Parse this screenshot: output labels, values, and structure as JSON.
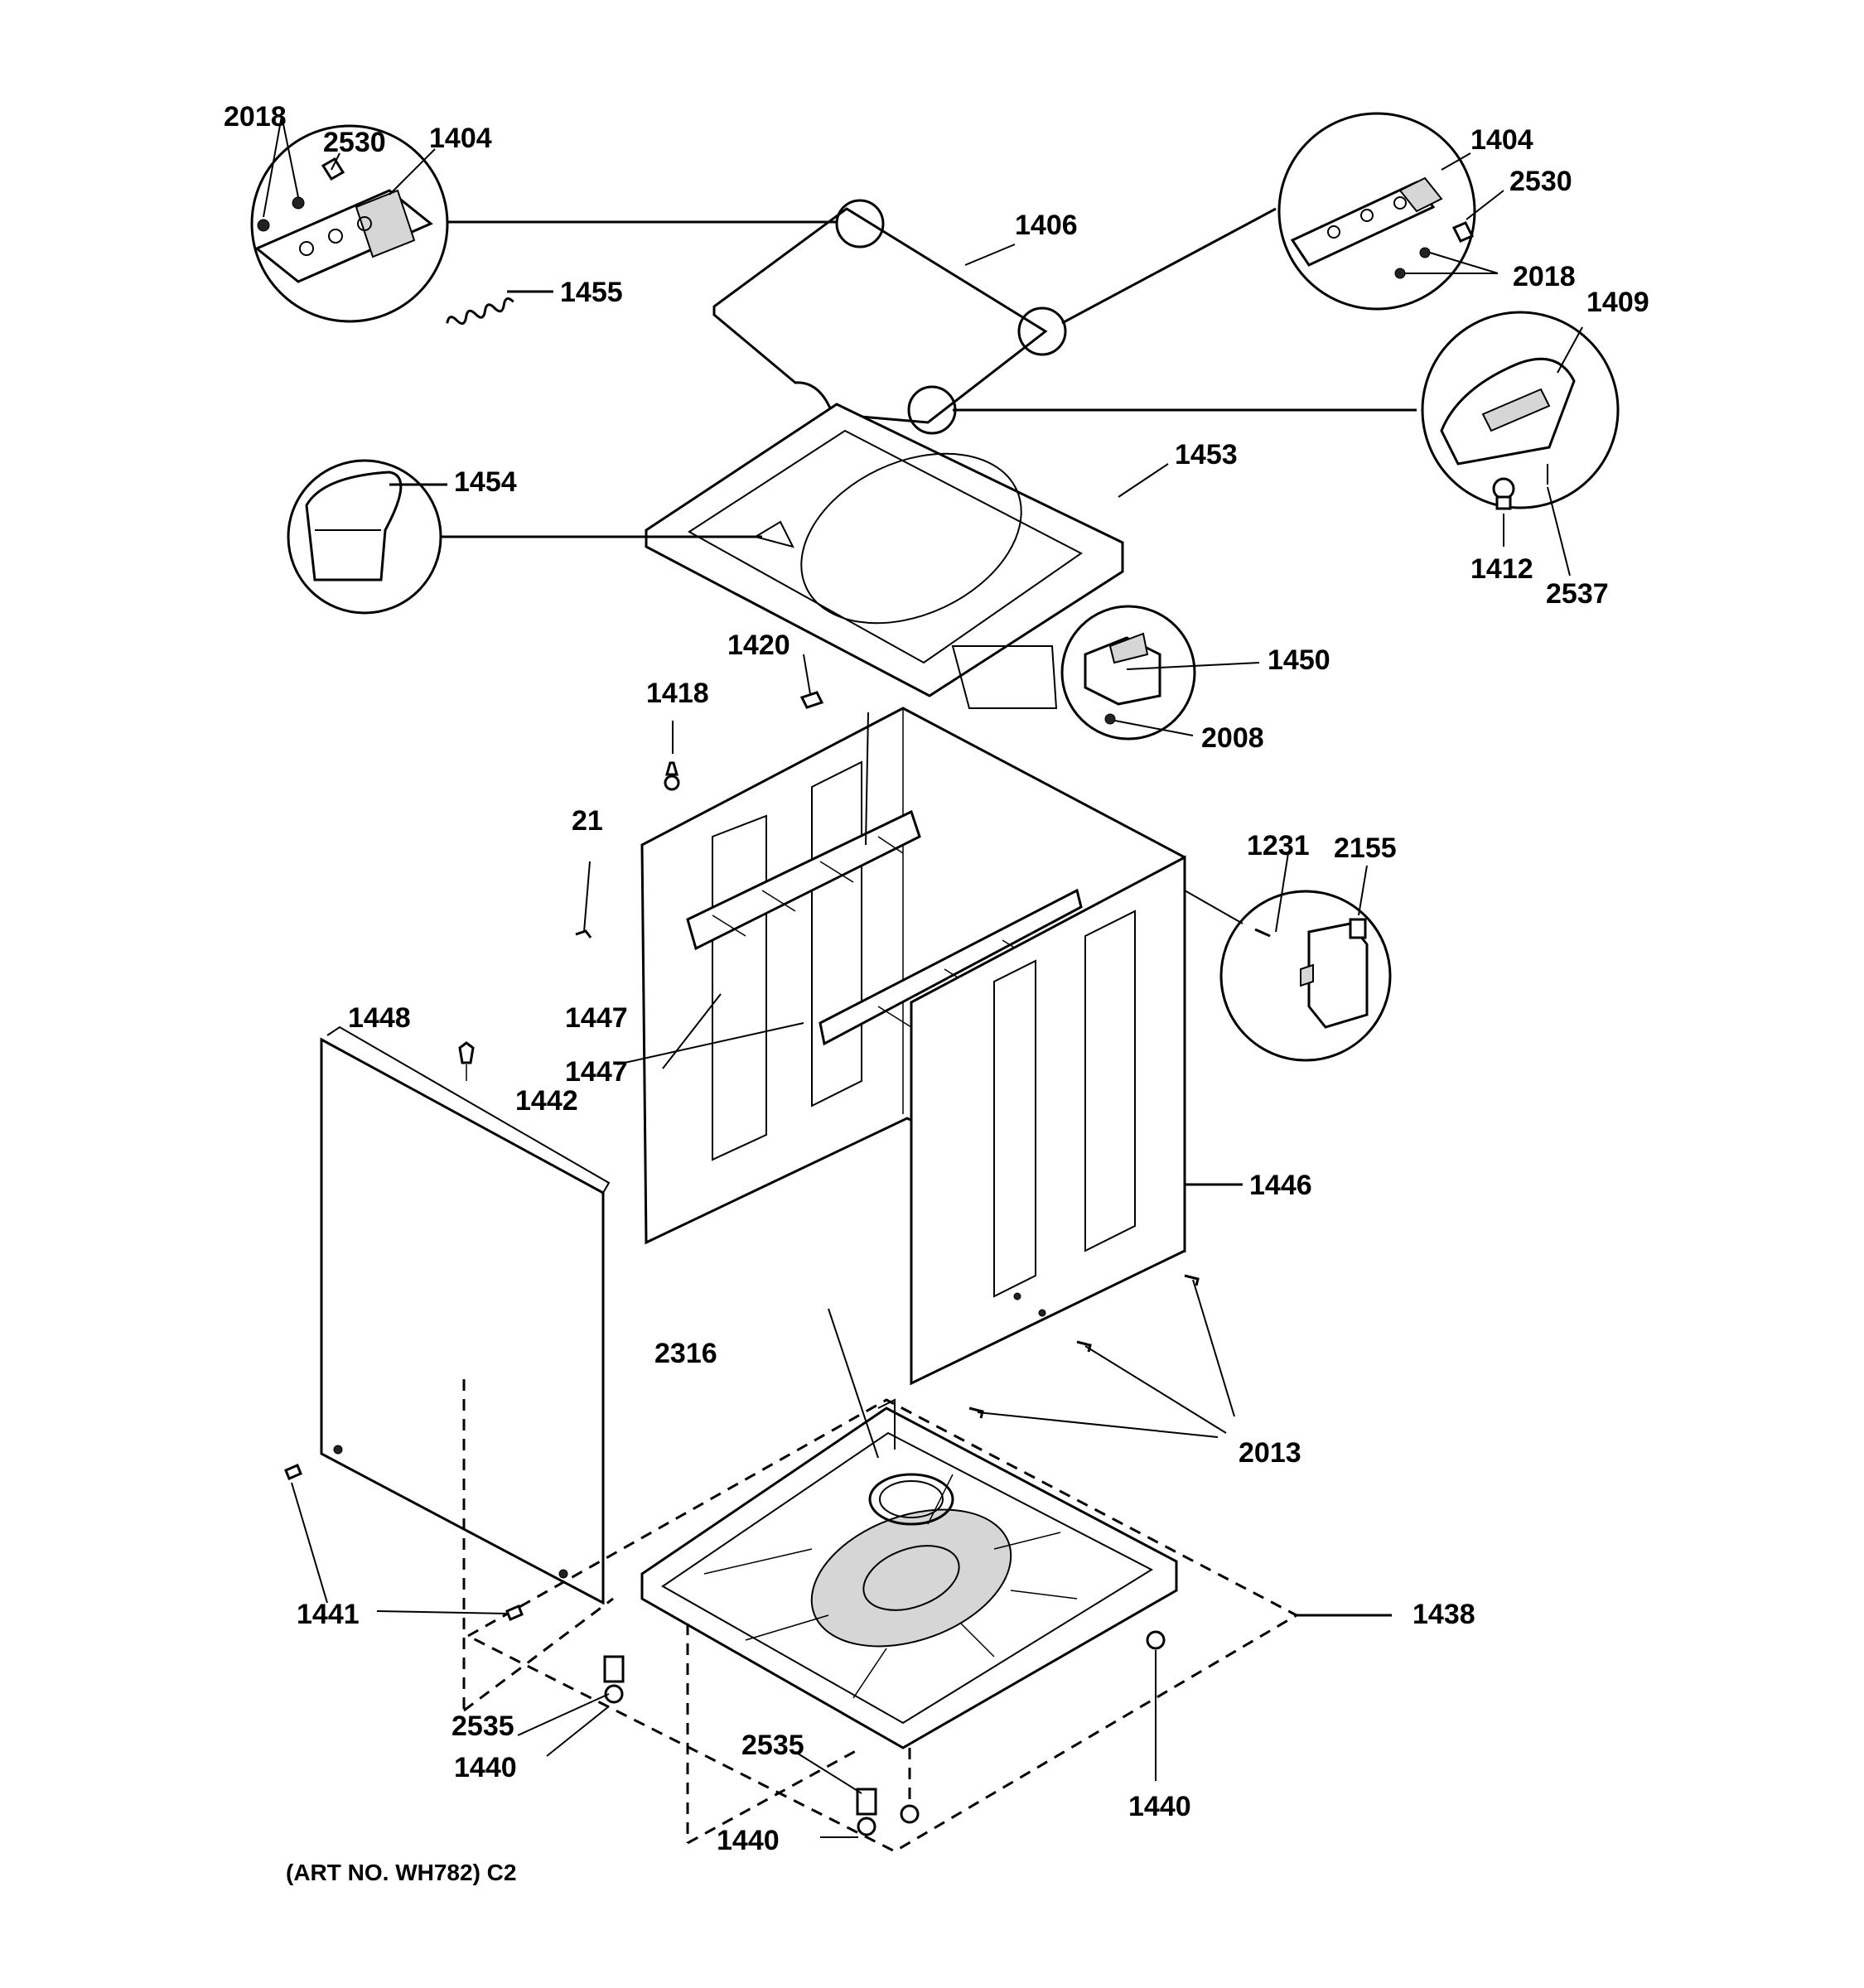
{
  "labels": {
    "l2018a": "2018",
    "l2530a": "2530",
    "l1404a": "1404",
    "l1455": "1455",
    "l1406": "1406",
    "l1404b": "1404",
    "l2530b": "2530",
    "l2018b": "2018",
    "l1409": "1409",
    "l1453": "1453",
    "l1454": "1454",
    "l1412": "1412",
    "l2537": "2537",
    "l1420": "1420",
    "l1450": "1450",
    "l1418": "1418",
    "l2008": "2008",
    "l21": "21",
    "l1231": "1231",
    "l2155": "2155",
    "l1447a": "1447",
    "l1447b": "1447",
    "l1448": "1448",
    "l1442": "1442",
    "l1446": "1446",
    "l2316": "2316",
    "l2013": "2013",
    "l1438": "1438",
    "l1441": "1441",
    "l2535a": "2535",
    "l1440a": "1440",
    "l2535b": "2535",
    "l1440b": "1440",
    "l1440c": "1440"
  },
  "caption": "(ART NO. WH782) C2"
}
